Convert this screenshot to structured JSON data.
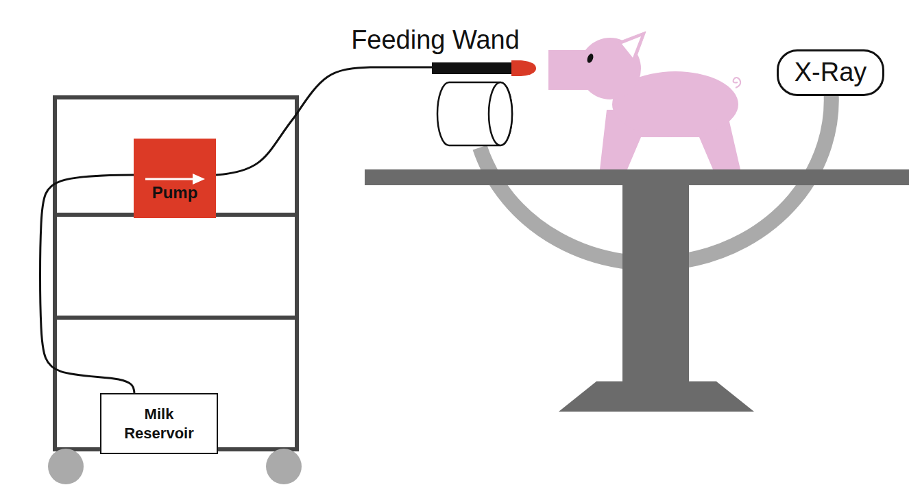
{
  "diagram": {
    "nodes": [
      {
        "text": [
          "X-Ray"
        ]
      },
      {
        "text": [
          "Pump"
        ]
      },
      {
        "text": [
          "Milk Reservoir"
        ]
      }
    ],
    "edges": [
      {
        "from": 2,
        "to": 1,
        "arrow": "none"
      }
    ],
    "labels": [
      "Feeding Wand"
    ]
  }
}
